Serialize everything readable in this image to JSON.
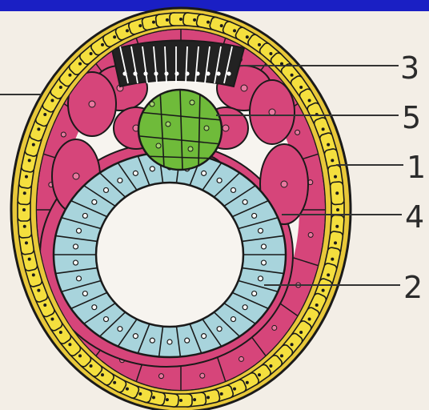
{
  "diagram": {
    "colors": {
      "background": "#f3eee6",
      "top_band": "#1a1fc4",
      "outline": "#1a1a1a",
      "trophoblast": "#f4df3e",
      "trophoblast_outer": "#e8c83a",
      "mesoderm": "#d6457a",
      "mesoderm_light": "#e9779f",
      "endoderm": "#a8d4dc",
      "ectoderm": "#6fbb3a",
      "amnion": "#222222",
      "cavity": "#f7f4ef",
      "leader": "#333333"
    },
    "labels": [
      {
        "id": "label-3",
        "text": "3"
      },
      {
        "id": "label-5",
        "text": "5"
      },
      {
        "id": "label-1",
        "text": "1"
      },
      {
        "id": "label-4",
        "text": "4"
      },
      {
        "id": "label-2",
        "text": "2"
      }
    ]
  }
}
